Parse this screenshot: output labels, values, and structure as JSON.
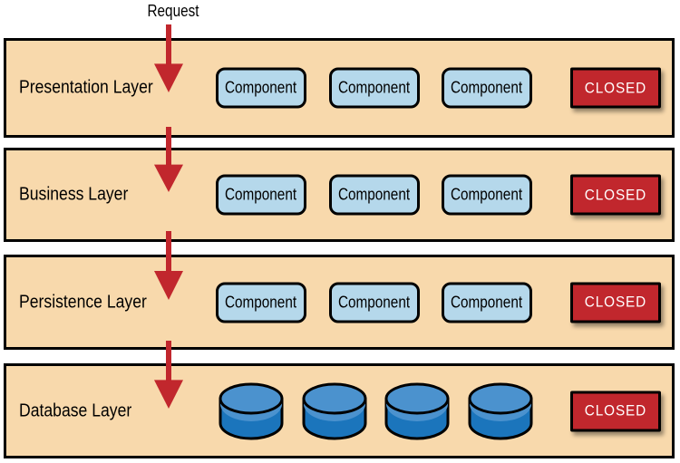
{
  "diagram": {
    "request_label": "Request",
    "layers": [
      {
        "name": "Presentation Layer",
        "components": [
          "Component",
          "Component",
          "Component"
        ],
        "closed_label": "CLOSED"
      },
      {
        "name": "Business Layer",
        "components": [
          "Component",
          "Component",
          "Component"
        ],
        "closed_label": "CLOSED"
      },
      {
        "name": "Persistence Layer",
        "components": [
          "Component",
          "Component",
          "Component"
        ],
        "closed_label": "CLOSED"
      },
      {
        "name": "Database Layer",
        "database_count": 4,
        "closed_label": "CLOSED"
      }
    ],
    "colors": {
      "layer_background": "#F8D9AC",
      "layer_border": "#000000",
      "component_fill": "#B5D8EB",
      "closed_fill": "#C1272D",
      "closed_text": "#FFFFFF",
      "arrow": "#C1272D",
      "database_top": "#4B92CE",
      "database_body": "#1B75BC"
    }
  }
}
